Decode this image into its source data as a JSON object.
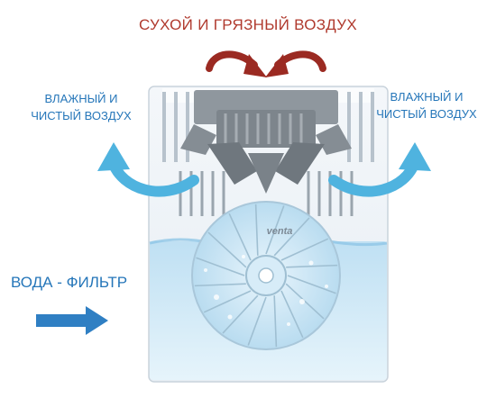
{
  "labels": {
    "top": "СУХОЙ И ГРЯЗНЫЙ ВОЗДУХ",
    "left_line1": "ВЛАЖНЫЙ И",
    "left_line2": "ЧИСТЫЙ ВОЗДУХ",
    "right_line1": "ВЛАЖНЫЙ И",
    "right_line2": "ЧИСТЫЙ ВОЗДУХ",
    "bottom_left": "ВОДА - ФИЛЬТР"
  },
  "brand": "venta",
  "colors": {
    "title_text": "#b03a2e",
    "blue_text": "#2576b9",
    "dry_air_arrow": "#9b2a22",
    "clean_air_arrow": "#4fb3df",
    "water_arrow": "#2f7fc3",
    "water": "#cfe8f6",
    "housing": "#eef3f7"
  }
}
